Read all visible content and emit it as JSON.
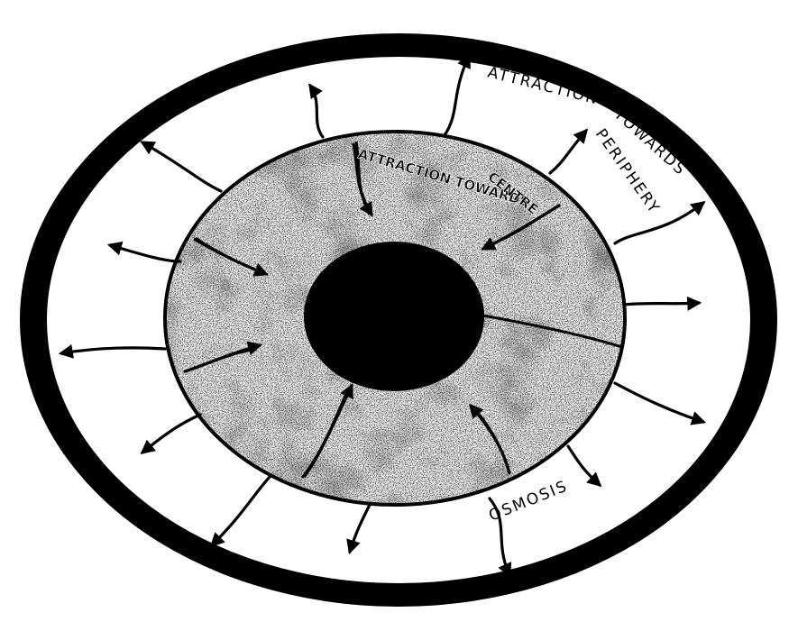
{
  "labels": {
    "attraction": "ATTRACTION",
    "towards": "TOWARDS",
    "periphery": "PERIPHERY",
    "attraction_towards": "ATTRACTION TOWARDS",
    "centre": "CENTRE",
    "osmosis": "OSMOSIS"
  },
  "colors": {
    "ink": "#000000",
    "paper": "#ffffff"
  }
}
